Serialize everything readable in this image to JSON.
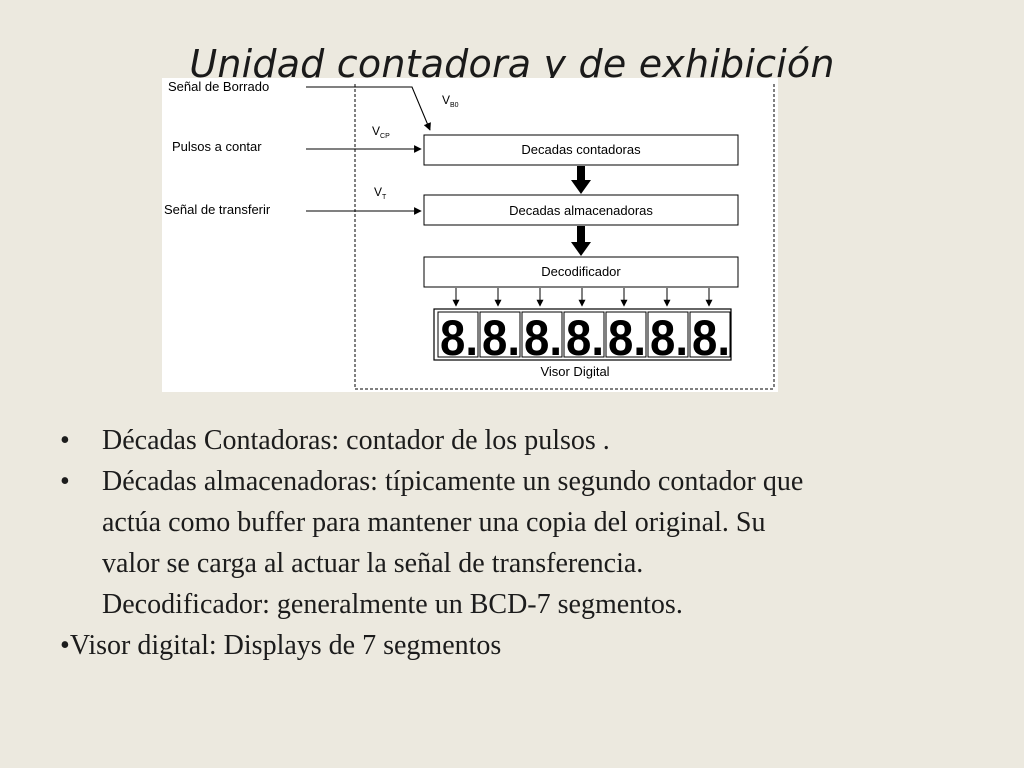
{
  "slide": {
    "title": "Unidad contadora y de exhibición"
  },
  "diagram": {
    "signals": {
      "borrado": "Señal de Borrado",
      "pulsos": "Pulsos a contar",
      "transferir": "Señal de transferir"
    },
    "voltages": {
      "vb0_main": "V",
      "vb0_sub": "B0",
      "vcp_main": "V",
      "vcp_sub": "CP",
      "vt_main": "V",
      "vt_sub": "T"
    },
    "blocks": {
      "contadoras": "Decadas contadoras",
      "almacenadoras": "Decadas almacenadoras",
      "decodificador": "Decodificador"
    },
    "display_digits": [
      "8.",
      "8.",
      "8.",
      "8.",
      "8.",
      "8.",
      "8."
    ],
    "display_label": "Visor Digital"
  },
  "bullets": [
    {
      "marker": "•",
      "text": "Décadas Contadoras: contador de los pulsos ."
    },
    {
      "marker": "•",
      "text": "Décadas almacenadoras: típicamente un segundo contador que"
    },
    {
      "marker": "",
      "text": "actúa como buffer para mantener una copia del original. Su"
    },
    {
      "marker": "",
      "text": "valor se carga al actuar la señal de transferencia."
    },
    {
      "marker": "",
      "text": "Decodificador: generalmente un BCD-7 segmentos."
    },
    {
      "marker": "•",
      "text": "Visor digital: Displays de 7 segmentos"
    }
  ]
}
